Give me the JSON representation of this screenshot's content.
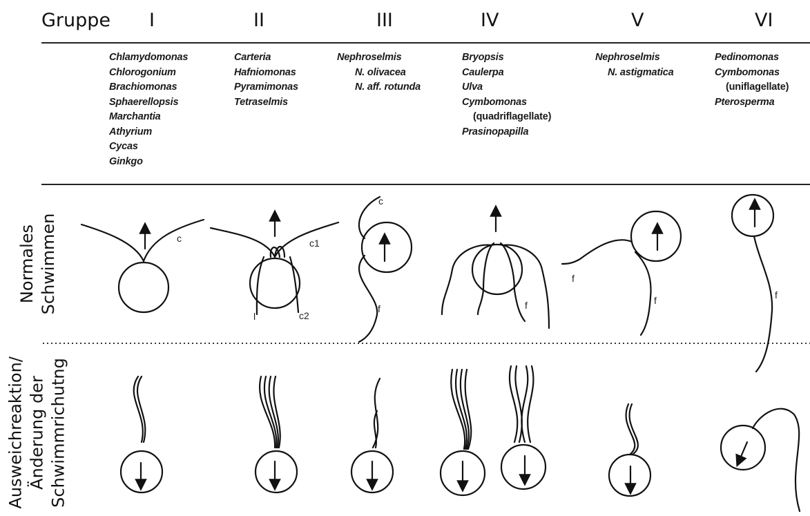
{
  "header": {
    "group_label": "Gruppe",
    "groups": [
      "I",
      "II",
      "III",
      "IV",
      "V",
      "VI"
    ]
  },
  "species": {
    "I": [
      "Chlamydomonas",
      "Chlorogonium",
      "Brachiomonas",
      "Sphaerellopsis",
      "Marchantia",
      "Athyrium",
      "Cycas",
      "Ginkgo"
    ],
    "II": [
      "Carteria",
      "Hafniomonas",
      "Pyramimonas",
      "Tetraselmis"
    ],
    "III": [
      "Nephroselmis",
      "N. olivacea",
      "N. aff. rotunda"
    ],
    "IV": [
      "Bryopsis",
      "Caulerpa",
      "Ulva",
      "Cymbomonas",
      "(quadriflagellate)",
      "Prasinopapilla"
    ],
    "V": [
      "Nephroselmis",
      "N. astigmatica"
    ],
    "VI": [
      "Pedinomonas",
      "Cymbomonas",
      "(uniflagellate)",
      "Pterosperma"
    ]
  },
  "rows": {
    "normal": [
      "Normales",
      "Schwimmen"
    ],
    "avoid": [
      "Ausweichreaktion/",
      "Änderung der",
      "Schwimmrichutng"
    ]
  },
  "flagella_labels": {
    "c": "c",
    "c1": "c1",
    "c2": "c2",
    "f": "f",
    "l": "l"
  }
}
